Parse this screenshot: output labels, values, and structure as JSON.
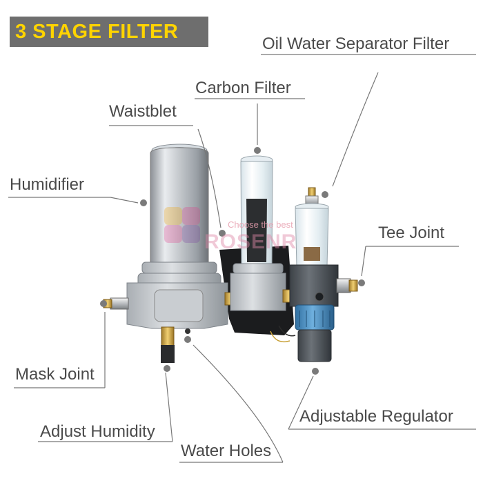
{
  "title": "3 STAGE FILTER",
  "labels": {
    "oil_water": "Oil Water Separator Filter",
    "carbon": "Carbon Filter",
    "waistblet": "Waistblet",
    "humidifier": "Humidifier",
    "tee_joint": "Tee Joint",
    "mask_joint": "Mask Joint",
    "adjust_humidity": "Adjust Humidity",
    "water_holes": "Water Holes",
    "adjustable_regulator": "Adjustable Regulator"
  },
  "watermark": {
    "tagline": "Choose the best",
    "brand": "ROSENR"
  },
  "colors": {
    "banner_bg": "#6e6e6e",
    "title_color": "#ffd400",
    "label_color": "#4a4a4a",
    "leader_color": "#777777"
  }
}
